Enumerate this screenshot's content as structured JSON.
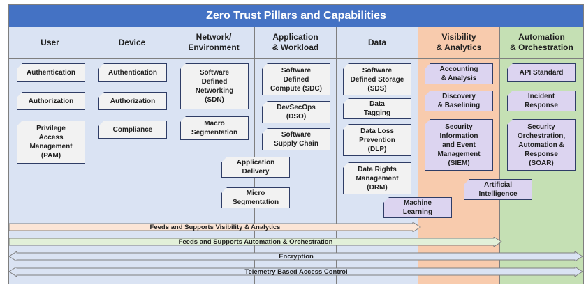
{
  "title": "Zero Trust Pillars and Capabilities",
  "columns": [
    {
      "label": "User"
    },
    {
      "label": "Device"
    },
    {
      "label": "Network/\nEnvironment"
    },
    {
      "label": "Application\n& Workload"
    },
    {
      "label": "Data"
    },
    {
      "label": "Visibility\n& Analytics"
    },
    {
      "label": "Automation\n& Orchestration"
    }
  ],
  "capabilities": {
    "user_authentication": "Authentication",
    "user_authorization": "Authorization",
    "user_pam": "Privilege\nAccess\nManagement\n(PAM)",
    "device_authentication": "Authentication",
    "device_authorization": "Authorization",
    "device_compliance": "Compliance",
    "network_sdn": "Software\nDefined\nNetworking\n(SDN)",
    "network_macro": "Macro\nSegmentation",
    "app_sdc": "Software\nDefined\nCompute (SDC)",
    "app_dso": "DevSecOps\n(DSO)",
    "app_supply_chain": "Software\nSupply Chain",
    "app_delivery": "Application\nDelivery",
    "micro_segmentation": "Micro\nSegmentation",
    "data_sds": "Software\nDefined Storage\n(SDS)",
    "data_tagging": "Data\nTagging",
    "data_dlp": "Data Loss\nPrevention\n(DLP)",
    "data_drm": "Data Rights\nManagement\n(DRM)",
    "machine_learning": "Machine\nLearning",
    "vis_accounting": "Accounting\n& Analysis",
    "vis_discovery": "Discovery\n& Baselining",
    "vis_siem": "Security\nInformation\nand Event\nManagement\n(SIEM)",
    "ai": "Artificial\nIntelligence",
    "auto_api": "API Standard",
    "auto_incident": "Incident\nResponse",
    "auto_soar": "Security\nOrchestration,\nAutomation &\nResponse\n(SOAR)"
  },
  "flows": {
    "visibility": "Feeds and Supports Visibility & Analytics",
    "automation": "Feeds and Supports Automation & Orchestration",
    "encryption": "Encryption",
    "telemetry": "Telemetry Based Access Control"
  },
  "colors": {
    "header_blue": "#4472c4",
    "pillar_blue": "#dae3f3",
    "visibility_orange": "#f8cbad",
    "automation_green": "#c5e0b4",
    "capability_gray": "#f2f2f2",
    "capability_lavender": "#dcd4f0",
    "flow_orange": "#fbe5d6",
    "flow_green": "#e2f0d9",
    "flow_blue": "#dae3f3"
  }
}
